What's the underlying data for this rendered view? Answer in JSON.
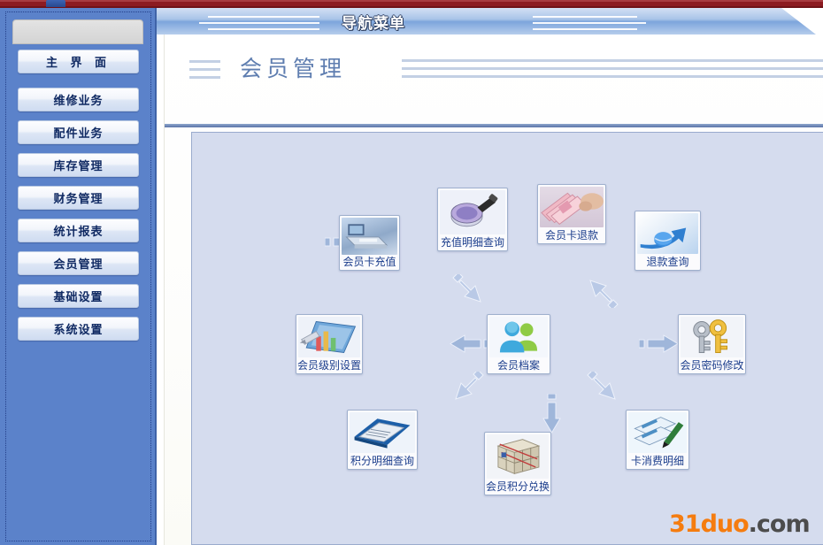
{
  "window": {
    "accent_maroon": "#8c1b21"
  },
  "sidebar": {
    "header_label": "",
    "items": [
      {
        "label": "主 界 面"
      },
      {
        "label": "维修业务"
      },
      {
        "label": "配件业务"
      },
      {
        "label": "库存管理"
      },
      {
        "label": "财务管理"
      },
      {
        "label": "统计报表"
      },
      {
        "label": "会员管理"
      },
      {
        "label": "基础设置"
      },
      {
        "label": "系统设置"
      }
    ]
  },
  "tab": {
    "label": "导航菜单"
  },
  "page": {
    "title": "会员管理"
  },
  "icons": [
    {
      "label": "会员卡充值",
      "name": "member-card-recharge"
    },
    {
      "label": "充值明细查询",
      "name": "recharge-detail-query"
    },
    {
      "label": "会员卡退款",
      "name": "member-card-refund"
    },
    {
      "label": "退款查询",
      "name": "refund-query"
    },
    {
      "label": "会员级别设置",
      "name": "member-level-settings"
    },
    {
      "label": "会员档案",
      "name": "member-archive"
    },
    {
      "label": "会员密码修改",
      "name": "member-password-change"
    },
    {
      "label": "积分明细查询",
      "name": "points-detail-query"
    },
    {
      "label": "会员积分兑换",
      "name": "member-points-exchange"
    },
    {
      "label": "卡消费明细",
      "name": "card-consumption-detail"
    }
  ],
  "watermark": {
    "brand": "31duo",
    "tld": ".com",
    "brand_color": "#f57c0f",
    "tld_color": "#4c4c4c"
  }
}
